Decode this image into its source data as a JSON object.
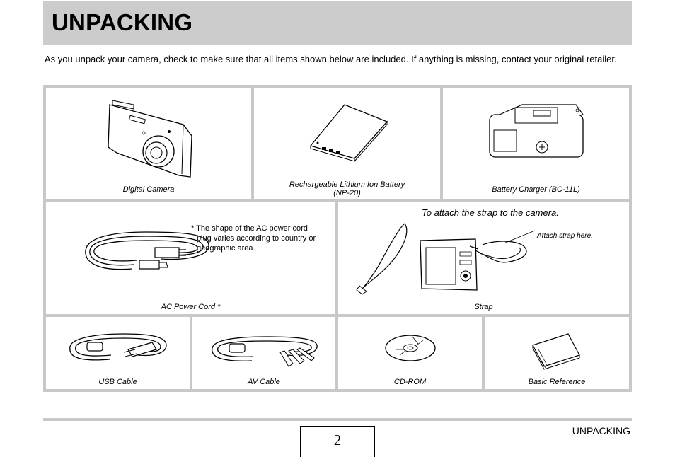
{
  "header": {
    "title": "UNPACKING"
  },
  "intro": "As you unpack your camera, check to make sure that all items shown below are included. If anything is missing, contact your original retailer.",
  "items": {
    "camera": {
      "caption": "Digital Camera"
    },
    "battery": {
      "caption_line1": "Rechargeable Lithium Ion Battery",
      "caption_line2": "(NP-20)"
    },
    "charger": {
      "caption": "Battery Charger (BC-11L)"
    },
    "power_cord": {
      "caption": "AC Power Cord *",
      "note_line1": "* The shape of the AC power cord",
      "note_line2": "plug varies according to country or",
      "note_line3": "geographic area."
    },
    "strap": {
      "caption": "Strap",
      "heading": "To attach the strap to the camera.",
      "callout": "Attach strap here."
    },
    "usb_cable": {
      "caption": "USB Cable"
    },
    "av_cable": {
      "caption": "AV Cable"
    },
    "cd_rom": {
      "caption": "CD-ROM"
    },
    "basic_reference": {
      "caption": "Basic Reference"
    }
  },
  "footer": {
    "section": "UNPACKING",
    "page_number": "2"
  }
}
